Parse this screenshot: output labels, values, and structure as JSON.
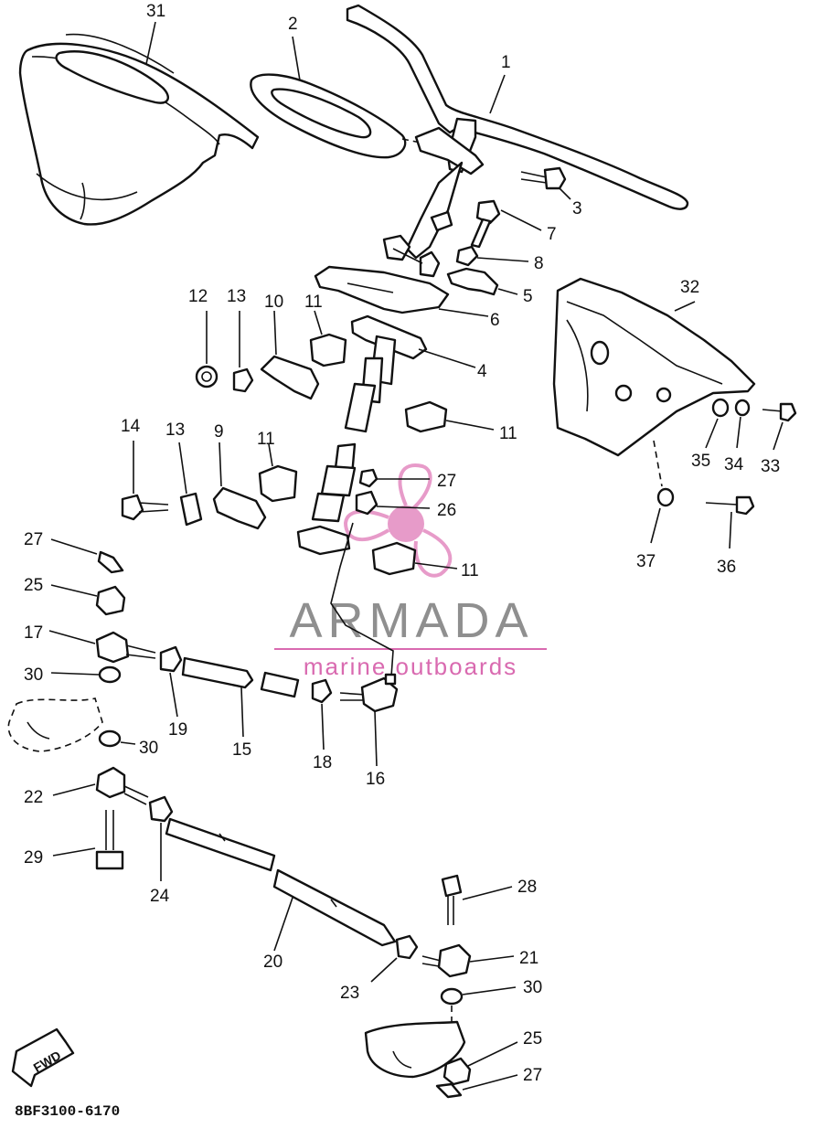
{
  "diagram": {
    "catalog_number": "8BF3100-6170",
    "fwd_label": "FWD",
    "watermark": {
      "brand": "ARMADA",
      "tagline": "marine outboards",
      "accent": "#d96ab0",
      "text_color": "#8f8f8f"
    },
    "callouts": {
      "p1": "1",
      "p2": "2",
      "p3": "3",
      "p4": "4",
      "p5": "5",
      "p6": "6",
      "p7": "7",
      "p8": "8",
      "p9": "9",
      "p10": "10",
      "p11a": "11",
      "p11b": "11",
      "p11c": "11",
      "p11d": "11",
      "p12": "12",
      "p13a": "13",
      "p13b": "13",
      "p14": "14",
      "p15": "15",
      "p16": "16",
      "p17": "17",
      "p18": "18",
      "p19": "19",
      "p20": "20",
      "p21": "21",
      "p22": "22",
      "p23": "23",
      "p24": "24",
      "p25a": "25",
      "p25b": "25",
      "p26": "26",
      "p27a": "27",
      "p27b": "27",
      "p27c": "27",
      "p28": "28",
      "p29": "29",
      "p30a": "30",
      "p30b": "30",
      "p30c": "30",
      "p31": "31",
      "p32": "32",
      "p33": "33",
      "p34": "34",
      "p35": "35",
      "p36": "36",
      "p37": "37"
    }
  }
}
